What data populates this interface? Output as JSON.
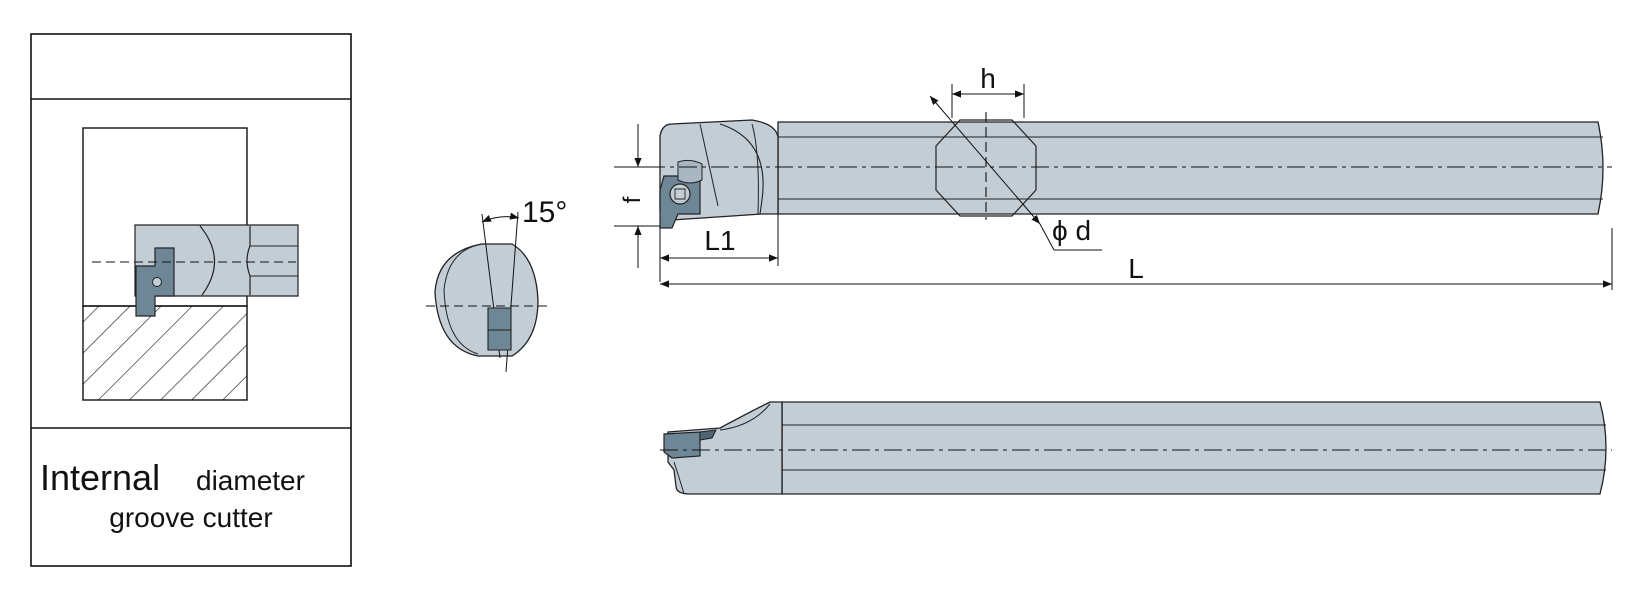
{
  "legend_panel": {
    "caption_line1_large": "Internal",
    "caption_line1_small": "diameter",
    "caption_line2": "groove cutter"
  },
  "dimensions": {
    "angle": "15°",
    "h": "h",
    "f": "f",
    "L1": "L1",
    "phi_d": "ϕ d",
    "L": "L"
  },
  "colors": {
    "body": "#c3cdd6",
    "body_dark": "#a9b6c2",
    "insert": "#6d8797",
    "outline": "#1a1a1a"
  }
}
